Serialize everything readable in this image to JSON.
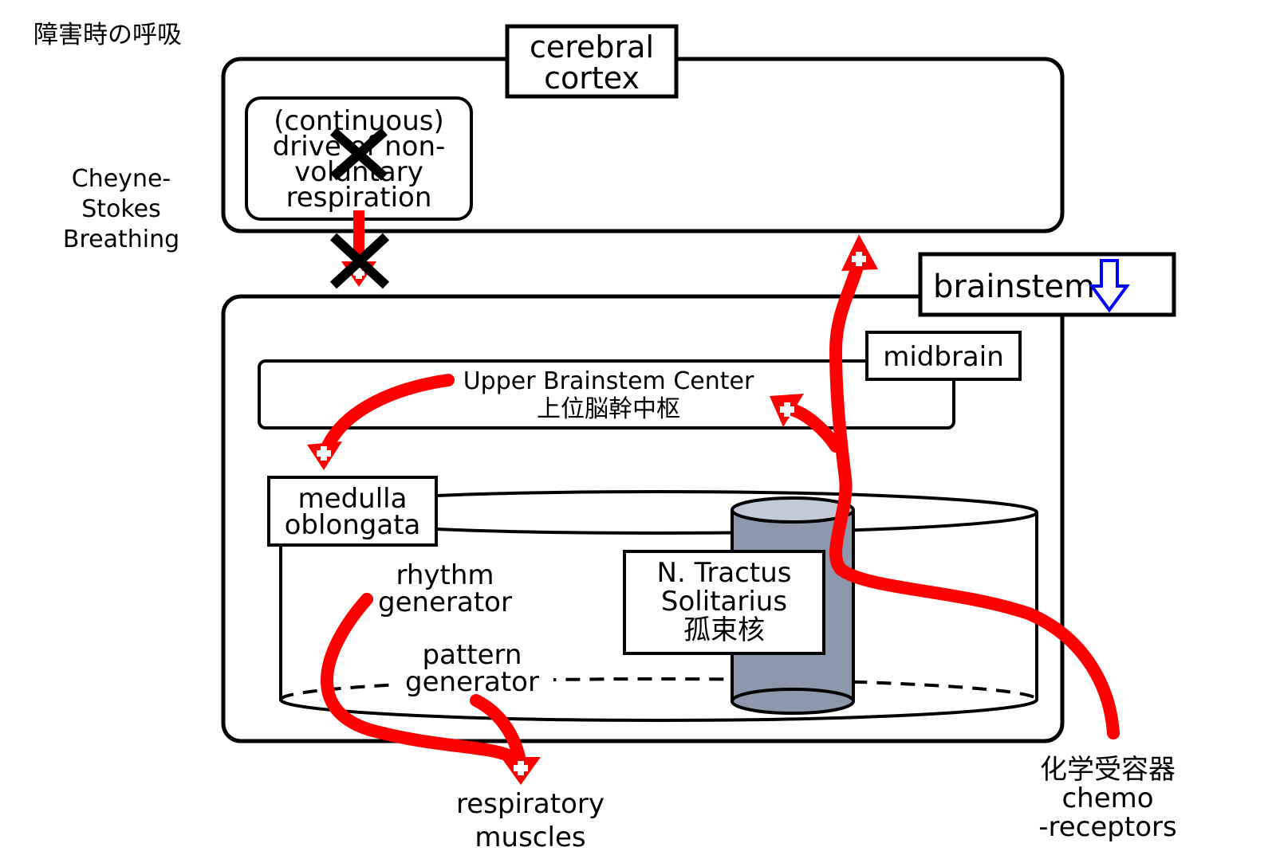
{
  "page_title": "障害時の呼吸",
  "side_label": [
    "Cheyne-",
    "Stokes",
    "Breathing"
  ],
  "cortex": {
    "label": [
      "cerebral",
      "cortex"
    ],
    "inner_label": [
      "(continuous)",
      "drive of non-",
      "voluntary",
      "respiration"
    ]
  },
  "brainstem": {
    "label": "brainstem"
  },
  "midbrain": {
    "label": "midbrain"
  },
  "upper_center": {
    "label_en": "Upper Brainstem Center",
    "label_ja": "上位脳幹中枢"
  },
  "medulla": {
    "label": [
      "medulla",
      "oblongata"
    ],
    "rhythm": [
      "rhythm",
      "generator"
    ],
    "pattern": [
      "pattern",
      "generator"
    ]
  },
  "nts": {
    "label": [
      "N. Tractus",
      "Solitarius",
      "孤束核"
    ]
  },
  "output": {
    "label": [
      "respiratory",
      "muscles"
    ]
  },
  "chemo": {
    "label": [
      "化学受容器",
      "chemo",
      "-receptors"
    ]
  },
  "colors": {
    "pathway": "#ff0000",
    "block_mark": "#000000",
    "decrease_arrow": "#0000ff",
    "nts_cylinder": "#8d98ad"
  }
}
